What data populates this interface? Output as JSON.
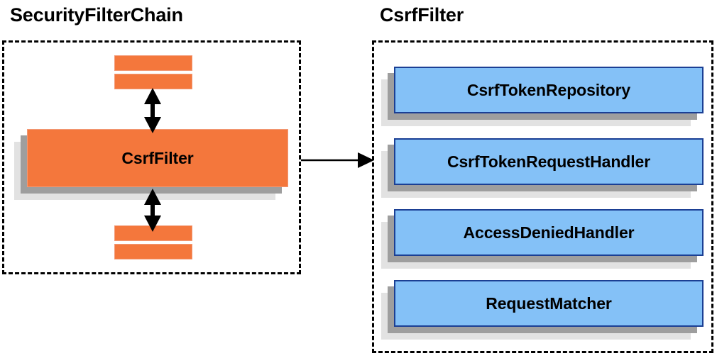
{
  "diagram": {
    "title_left": "SecurityFilterChain",
    "title_right": "CsrfFilter",
    "colors": {
      "node_orange_fill": "#F4773C",
      "node_orange_border": "#F29A77",
      "node_blue_fill": "#84C1F7",
      "node_blue_border": "#1B3F94",
      "shadow_dark": "#9E9E9E",
      "shadow_light": "#E2E2E2",
      "group_border": "#000000",
      "text": "#000000",
      "background": "#FFFFFF"
    }
  },
  "left_panel": {
    "title": "SecurityFilterChain",
    "filters_above": [
      {
        "label": ""
      },
      {
        "label": ""
      }
    ],
    "highlighted_filter": {
      "label": "CsrfFilter"
    },
    "filters_below": [
      {
        "label": ""
      },
      {
        "label": ""
      }
    ],
    "connectors": [
      {
        "name": "chain-link-above",
        "kind": "double-arrow-vertical"
      },
      {
        "name": "chain-link-below",
        "kind": "double-arrow-vertical"
      }
    ]
  },
  "right_panel": {
    "title": "CsrfFilter",
    "collaborators": [
      {
        "label": "CsrfTokenRepository"
      },
      {
        "label": "CsrfTokenRequestHandler"
      },
      {
        "label": "AccessDeniedHandler"
      },
      {
        "label": "RequestMatcher"
      }
    ]
  },
  "cross_panel_connector": {
    "name": "expands-into-arrow",
    "kind": "single-arrow-right",
    "label": ""
  }
}
